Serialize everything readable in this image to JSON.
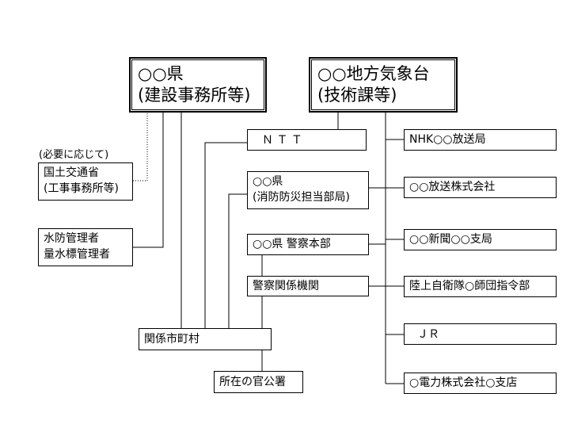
{
  "nodes": {
    "prefecture": {
      "line1": "○○県",
      "line2": "(建設事務所等)"
    },
    "met_office": {
      "line1": "○○地方気象台",
      "line2": "(技術課等)"
    },
    "necessary_note": "(必要に応じて)",
    "national_office": {
      "line1": "国土交通省",
      "line2": "(工事事務所等)"
    },
    "flood_manager": {
      "line1": "水防管理者",
      "line2": "量水標管理者"
    },
    "ntt": "Ｎ Ｔ Ｔ",
    "pref_fire": {
      "line1": "○○県",
      "line2": "(消防防災担当部局)"
    },
    "police_hq": "○○県 警察本部",
    "police_related": "警察関係機関",
    "municipalities": "関係市町村",
    "local_offices": "所在の官公署",
    "nhk": "NHK○○放送局",
    "broadcast": "○○放送株式会社",
    "newspaper": "○○新聞○○支局",
    "gsdf": "陸上自衛隊○師団指令部",
    "jr": "ＪＲ",
    "power": "○電力株式会社○支店"
  }
}
